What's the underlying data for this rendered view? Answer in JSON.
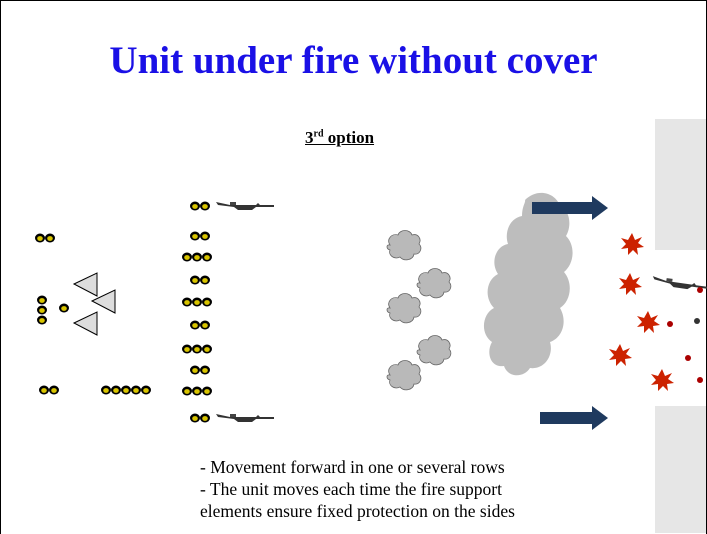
{
  "title": "Unit under fire without cover",
  "subtitle": {
    "ordinal": "3",
    "suffix": "rd",
    "rest": " option"
  },
  "caption": [
    "- Movement forward in one or several rows",
    "- The unit moves each time the fire support",
    "elements ensure fixed protection on the sides"
  ],
  "colors": {
    "title": "#1a10e6",
    "arrow": "#1f3a5f",
    "smoke": "#bdbdbd",
    "explosion": "#cc2200",
    "wall": "#e6e6e6"
  },
  "icons": [
    "soldier-icon",
    "rifle-icon",
    "triangle-marker-icon",
    "smoke-cloud-icon",
    "arrow-right-icon",
    "explosion-icon"
  ]
}
